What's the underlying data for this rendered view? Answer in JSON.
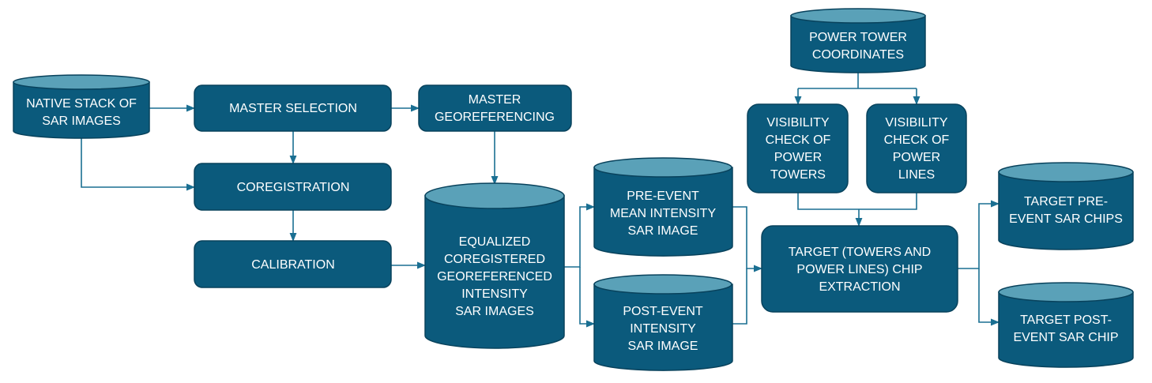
{
  "nodes": {
    "native_stack": [
      "NATIVE STACK OF",
      "SAR IMAGES"
    ],
    "master_selection": [
      "MASTER SELECTION"
    ],
    "master_georef": [
      "MASTER",
      "GEOREFERENCING"
    ],
    "coregistration": [
      "COREGISTRATION"
    ],
    "calibration": [
      "CALIBRATION"
    ],
    "equalized": [
      "EQUALIZED",
      "COREGISTERED",
      "GEOREFERENCED",
      "INTENSITY",
      "SAR IMAGES"
    ],
    "pre_event_mean": [
      "PRE-EVENT",
      "MEAN INTENSITY",
      "SAR IMAGE"
    ],
    "post_event": [
      "POST-EVENT",
      "INTENSITY",
      "SAR IMAGE"
    ],
    "power_tower_coords": [
      "POWER TOWER",
      "COORDINATES"
    ],
    "vis_towers": [
      "VISIBILITY",
      "CHECK OF",
      "POWER",
      "TOWERS"
    ],
    "vis_lines": [
      "VISIBILITY",
      "CHECK OF",
      "POWER",
      "LINES"
    ],
    "target_extraction": [
      "TARGET (TOWERS AND",
      "POWER LINES) CHIP",
      "EXTRACTION"
    ],
    "target_pre": [
      "TARGET PRE-",
      "EVENT SAR CHIPS"
    ],
    "target_post": [
      "TARGET POST-",
      "EVENT SAR CHIP"
    ]
  },
  "colors": {
    "box_fill": "#0b5a7c",
    "cylinder_top": "#5aa1b8",
    "edge": "#1a6f92",
    "text": "#ffffff"
  }
}
